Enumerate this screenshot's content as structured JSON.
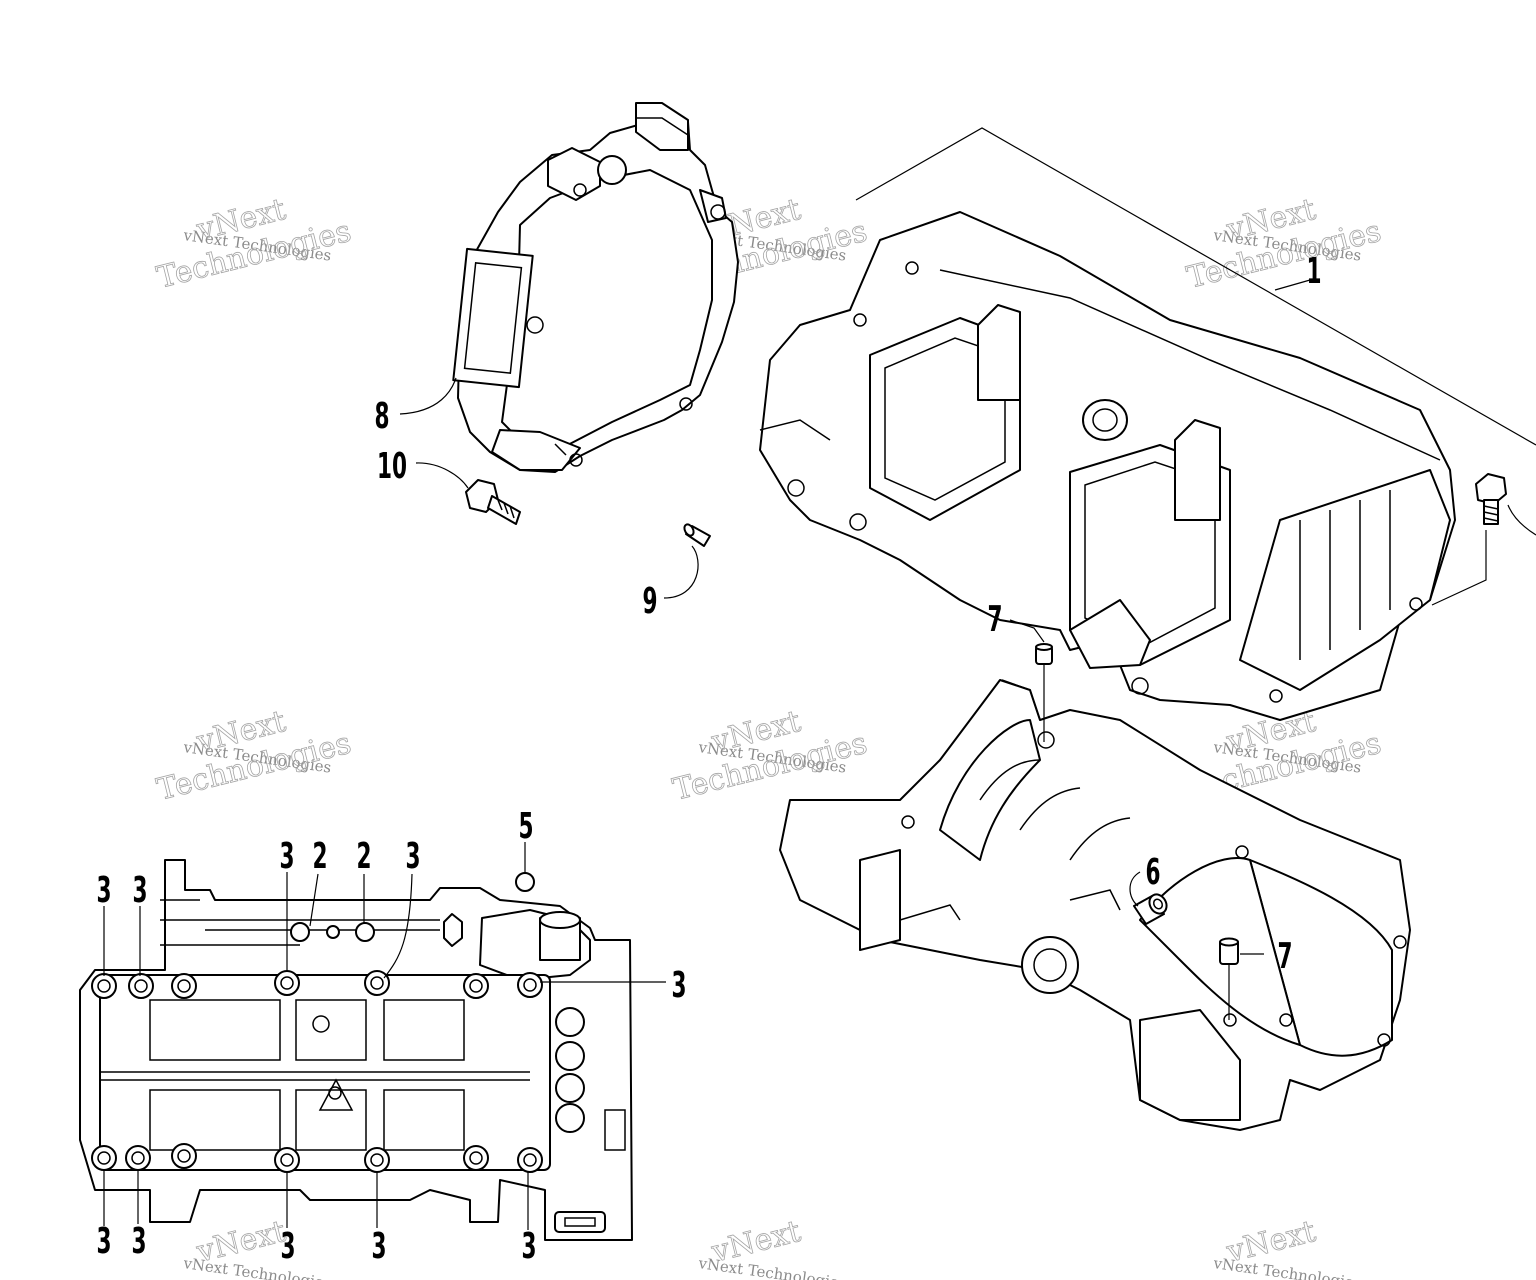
{
  "diagram": {
    "callouts": {
      "c1": "1",
      "c2a": "2",
      "c2b": "2",
      "c3a": "3",
      "c3b": "3",
      "c3c": "3",
      "c3d": "3",
      "c3e": "3",
      "c3f": "3",
      "c3g": "3",
      "c3h": "3",
      "c3i": "3",
      "c3j": "3",
      "c5": "5",
      "c6": "6",
      "c7a": "7",
      "c7b": "7",
      "c8": "8",
      "c9": "9",
      "c10": "10"
    },
    "watermark": {
      "line1": "vNext Technologies",
      "line2a": "vNext",
      "line2b": "Technologies"
    }
  }
}
